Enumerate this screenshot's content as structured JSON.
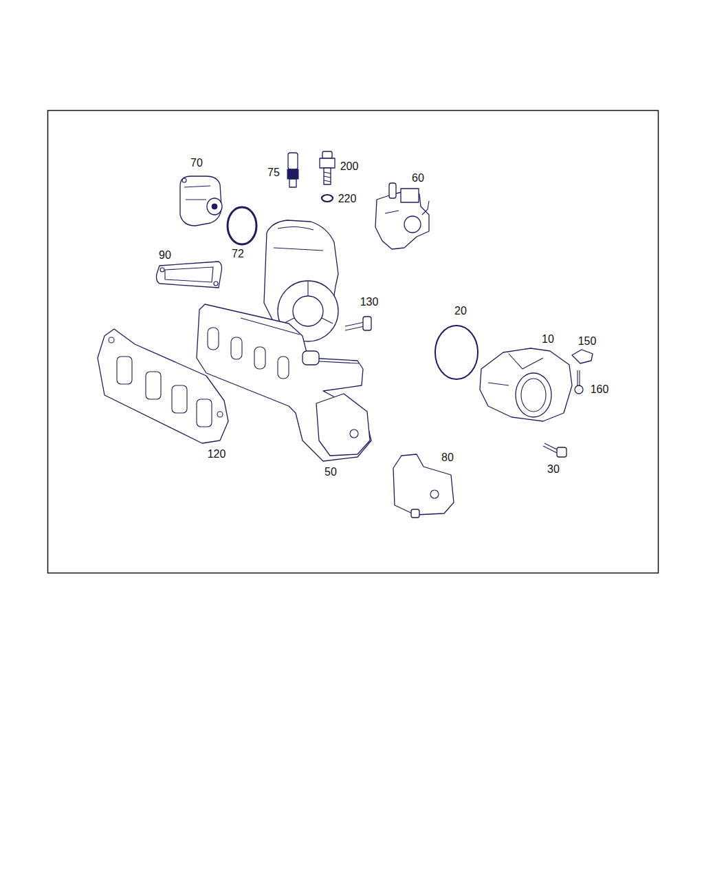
{
  "diagram": {
    "labels": [
      "70",
      "75",
      "200",
      "60",
      "220",
      "72",
      "90",
      "130",
      "20",
      "10",
      "150",
      "160",
      "120",
      "50",
      "80",
      "30"
    ]
  }
}
